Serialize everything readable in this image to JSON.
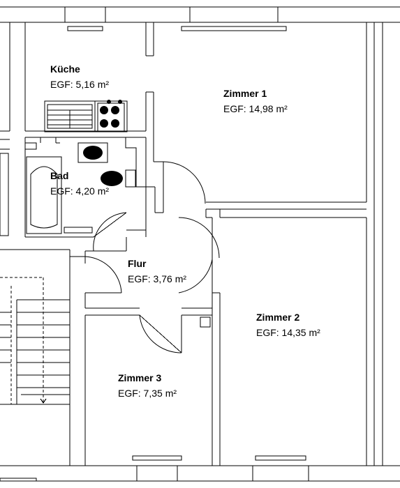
{
  "rooms": {
    "kueche": {
      "name": "Küche",
      "area": "EGF: 5,16 m²"
    },
    "zimmer1": {
      "name": "Zimmer 1",
      "area": "EGF: 14,98 m²"
    },
    "bad": {
      "name": "Bad",
      "area": "EGF: 4,20 m²"
    },
    "flur": {
      "name": "Flur",
      "area": "EGF: 3,76 m²"
    },
    "zimmer2": {
      "name": "Zimmer 2",
      "area": "EGF: 14,35 m²"
    },
    "zimmer3": {
      "name": "Zimmer 3",
      "area": "EGF: 7,35 m²"
    }
  }
}
